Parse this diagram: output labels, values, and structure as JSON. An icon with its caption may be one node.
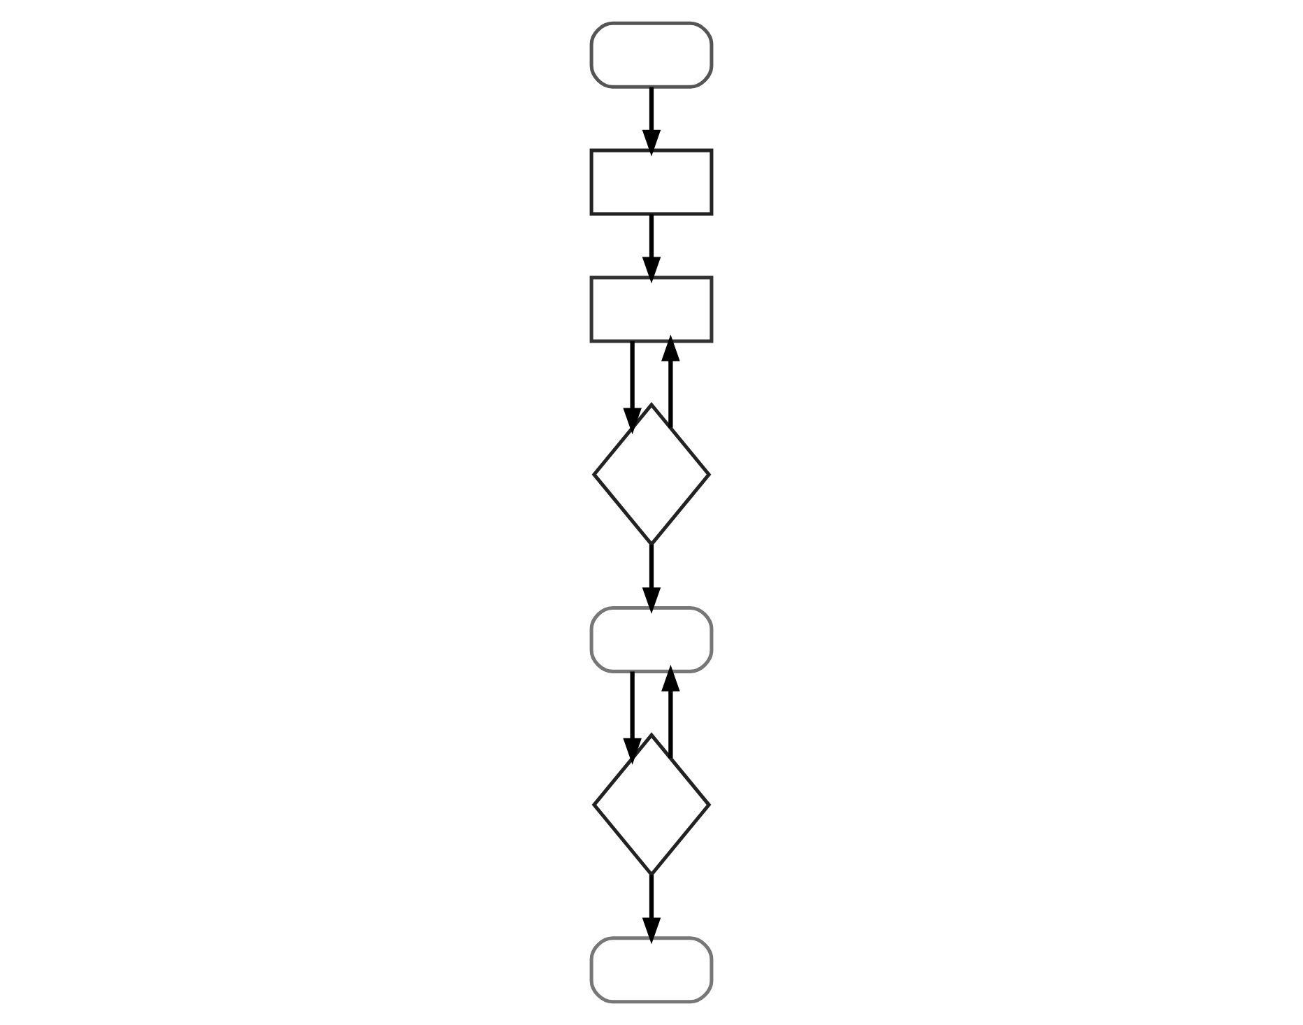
{
  "diagram": {
    "nodes": [
      {
        "text": [],
        "shape": "box"
      },
      {
        "text": [],
        "shape": "box"
      },
      {
        "text": [],
        "shape": "box"
      },
      {
        "text": [],
        "shape": "diamond"
      },
      {
        "text": [],
        "shape": "box"
      },
      {
        "text": [],
        "shape": "diamond"
      },
      {
        "text": [],
        "shape": "box"
      }
    ],
    "edges": [
      {
        "from": 0,
        "to": 1,
        "arrow": "to"
      },
      {
        "from": 1,
        "to": 2,
        "arrow": "to"
      },
      {
        "from": 2,
        "to": 3,
        "arrow": "to"
      },
      {
        "from": 3,
        "to": 2,
        "arrow": "to"
      },
      {
        "from": 3,
        "to": 4,
        "arrow": "to"
      },
      {
        "from": 4,
        "to": 5,
        "arrow": "to"
      },
      {
        "from": 5,
        "to": 4,
        "arrow": "to"
      },
      {
        "from": 5,
        "to": 6,
        "arrow": "to"
      }
    ]
  }
}
